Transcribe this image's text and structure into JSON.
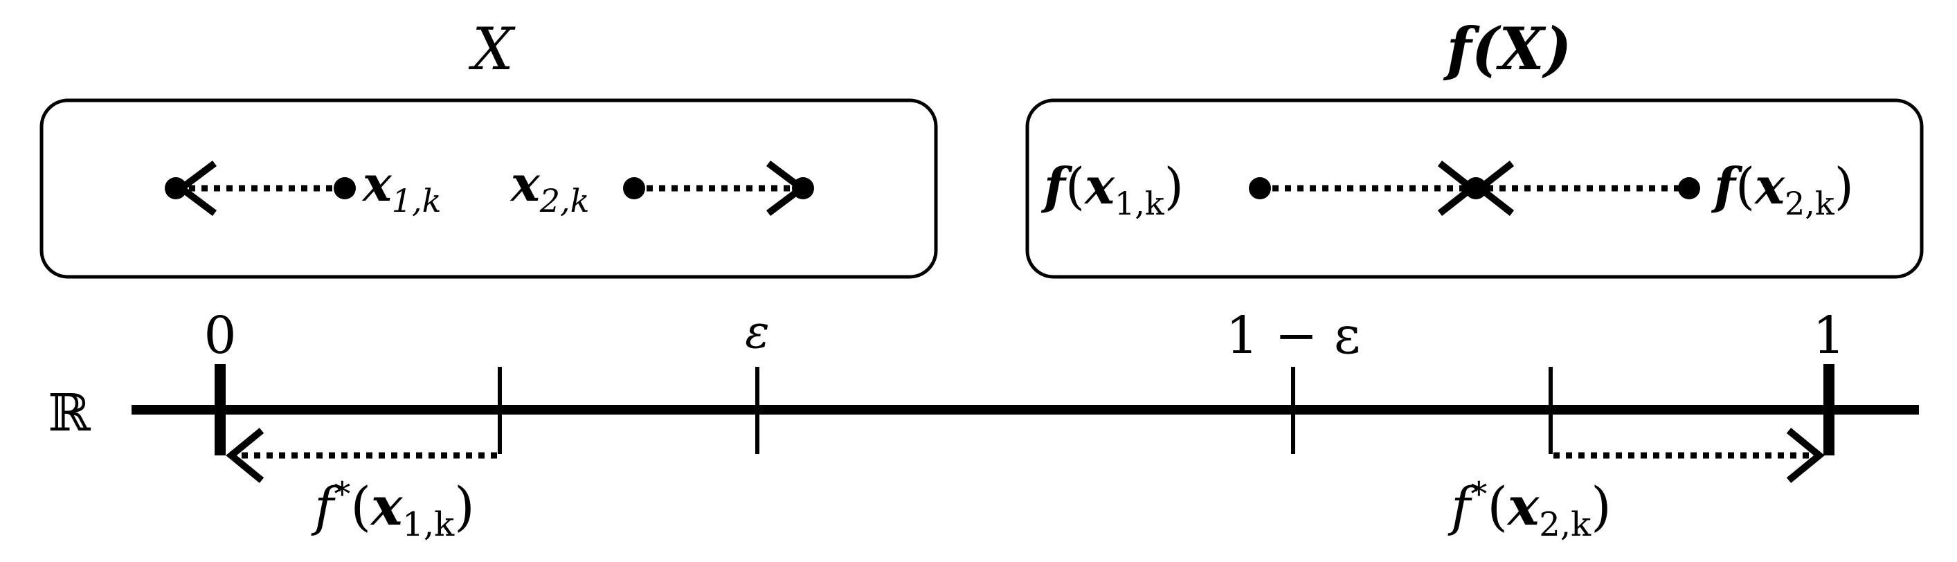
{
  "domain_set": {
    "title": "X",
    "left_point": "x",
    "left_point_sub": "1,k",
    "right_point": "x",
    "right_point_sub": "2,k"
  },
  "image_set": {
    "title": "f(X)",
    "left_label_f": "f",
    "left_label_x": "x",
    "left_label_sub": "1,k",
    "right_label_f": "f",
    "right_label_x": "x",
    "right_label_sub": "2,k"
  },
  "real_line": {
    "symbol": "ℝ",
    "ticks": {
      "zero": "0",
      "epsilon": "ε",
      "one_minus_epsilon": "1 − ε",
      "one": "1"
    },
    "lower_left_label": {
      "f": "f",
      "star": "*",
      "x": "x",
      "sub": "1,k"
    },
    "lower_right_label": {
      "f": "f",
      "star": "*",
      "x": "x",
      "sub": "2,k"
    }
  }
}
